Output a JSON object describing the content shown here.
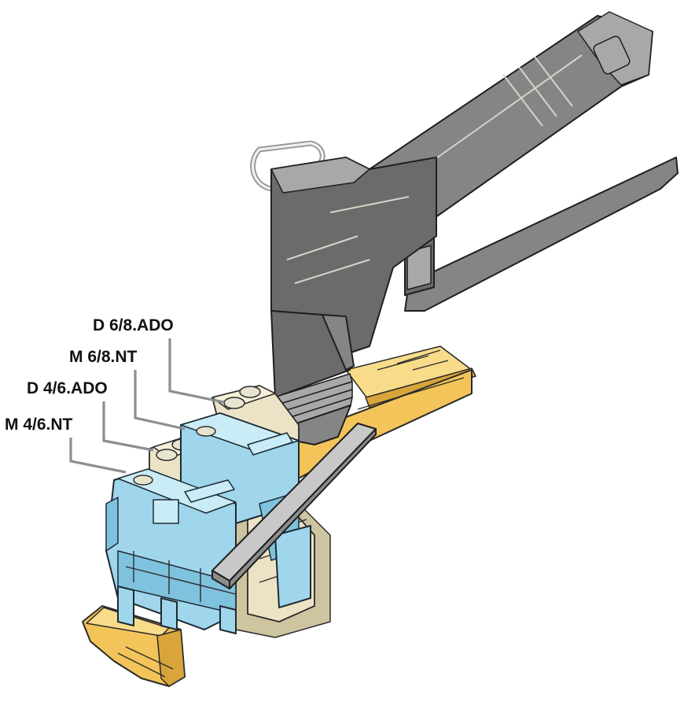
{
  "labels": {
    "d68": "D 6/8.ADO",
    "m68": "M 6/8.NT",
    "d46": "D 4/6.ADO",
    "m46": "M 4/6.NT"
  },
  "colors": {
    "rail": "#f2c45a",
    "tool": "#6b6b6b",
    "terminal_blue": "#9fd6ec",
    "terminal_beige": "#ece3c6",
    "leader_line": "#8a8f94"
  }
}
